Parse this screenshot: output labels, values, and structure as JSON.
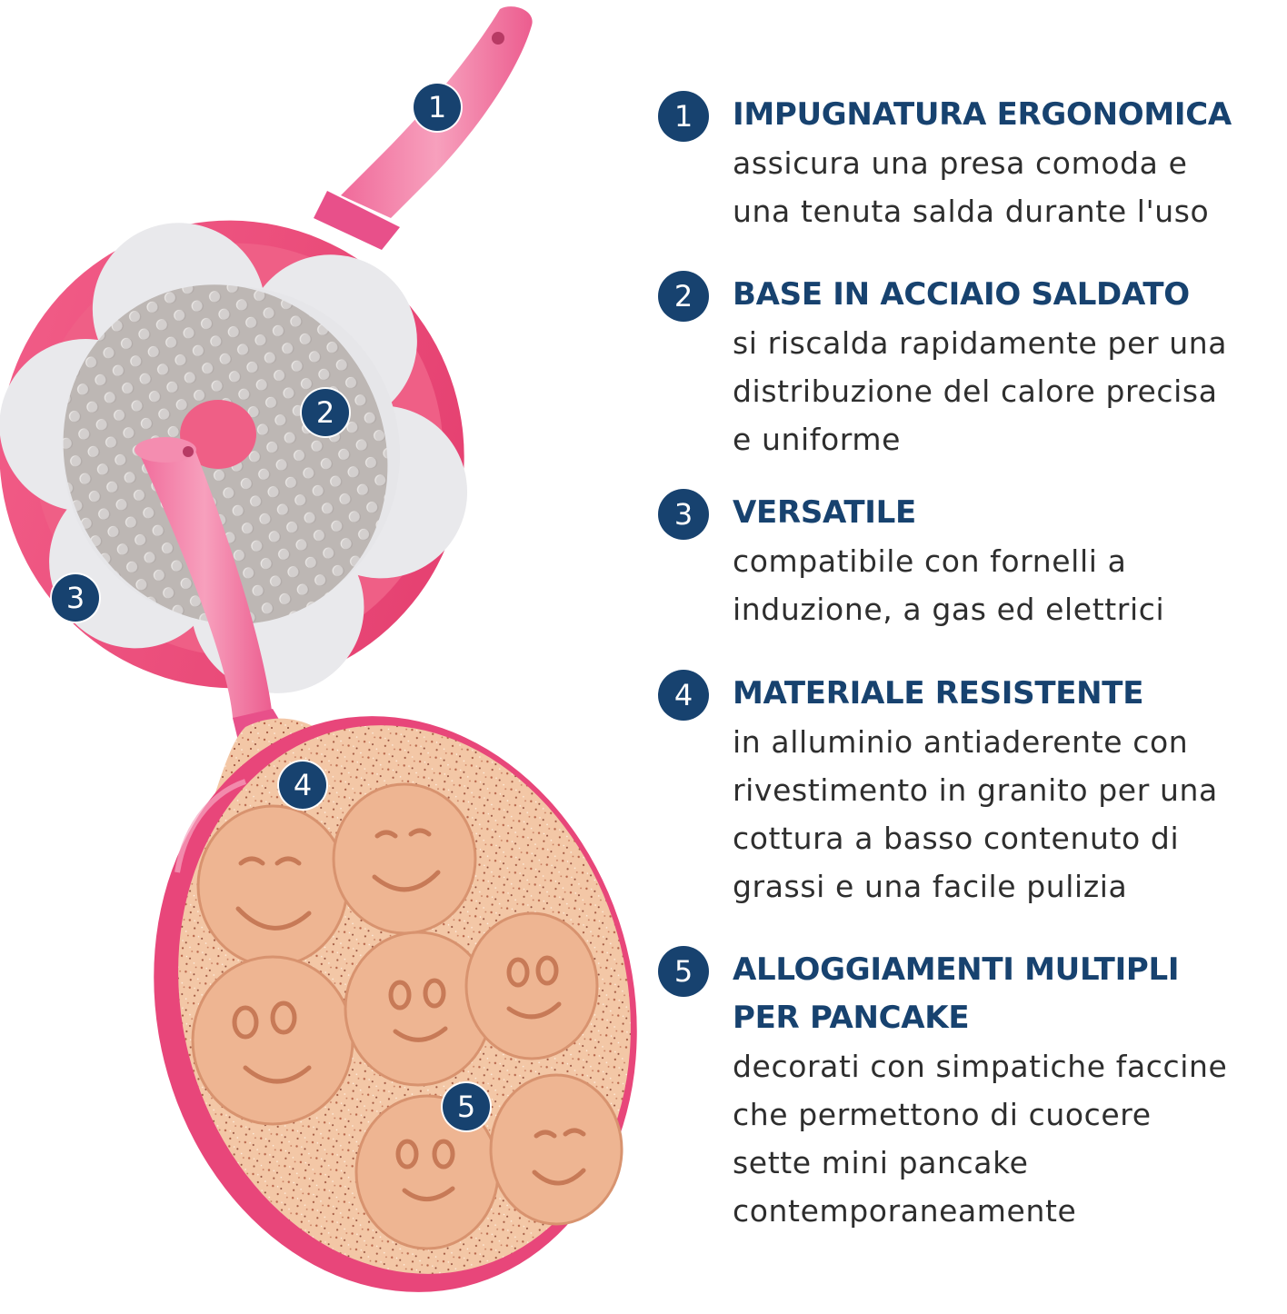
{
  "accent_color": "#17426f",
  "text_color": "#2e2e2e",
  "features": [
    {
      "number": "1",
      "title": "IMPUGNATURA ERGONOMICA",
      "description": "assicura una presa comoda e\nuna tenuta salda durante l'uso"
    },
    {
      "number": "2",
      "title": "BASE IN ACCIAIO SALDATO",
      "description": "si riscalda rapidamente per una\ndistribuzione del calore precisa\ne uniforme"
    },
    {
      "number": "3",
      "title": "VERSATILE",
      "description": "compatibile con fornelli a\ninduzione, a gas ed elettrici"
    },
    {
      "number": "4",
      "title": "MATERIALE RESISTENTE",
      "description": "in alluminio antiaderente con\nrivestimento in granito per una\ncottura a basso contenuto di\ngrassi e una facile pulizia"
    },
    {
      "number": "5",
      "title": "ALLOGGIAMENTI MULTIPLI\nPER PANCAKE",
      "description": "decorati con simpatiche faccine\nche permettono di cuocere\nsette mini pancake\ncontemporaneamente"
    }
  ],
  "image_markers": [
    "1",
    "2",
    "3",
    "4",
    "5"
  ]
}
